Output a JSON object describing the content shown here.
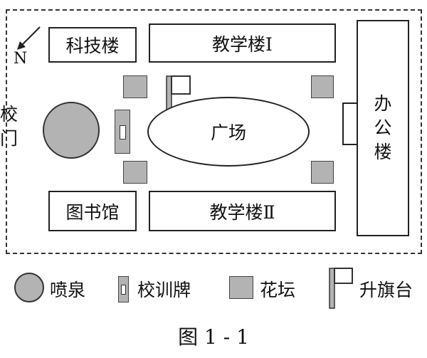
{
  "map": {
    "compass_label": "N",
    "gate_label_line1": "校",
    "gate_label_line2": "门",
    "buildings": {
      "science": "科技楼",
      "teaching_1": "教学楼Ⅰ",
      "teaching_2": "教学楼Ⅱ",
      "library": "图书馆",
      "office_line1": "办",
      "office_line2": "公",
      "office_line3": "楼"
    },
    "plaza": "广场"
  },
  "legend": {
    "fountain": "喷泉",
    "motto_board": "校训牌",
    "flower_bed": "花坛",
    "flag_platform": "升旗台"
  },
  "caption": "图 1 - 1",
  "colors": {
    "line": "#222222",
    "fill_gray": "#b3b3b3",
    "background": "#ffffff"
  }
}
